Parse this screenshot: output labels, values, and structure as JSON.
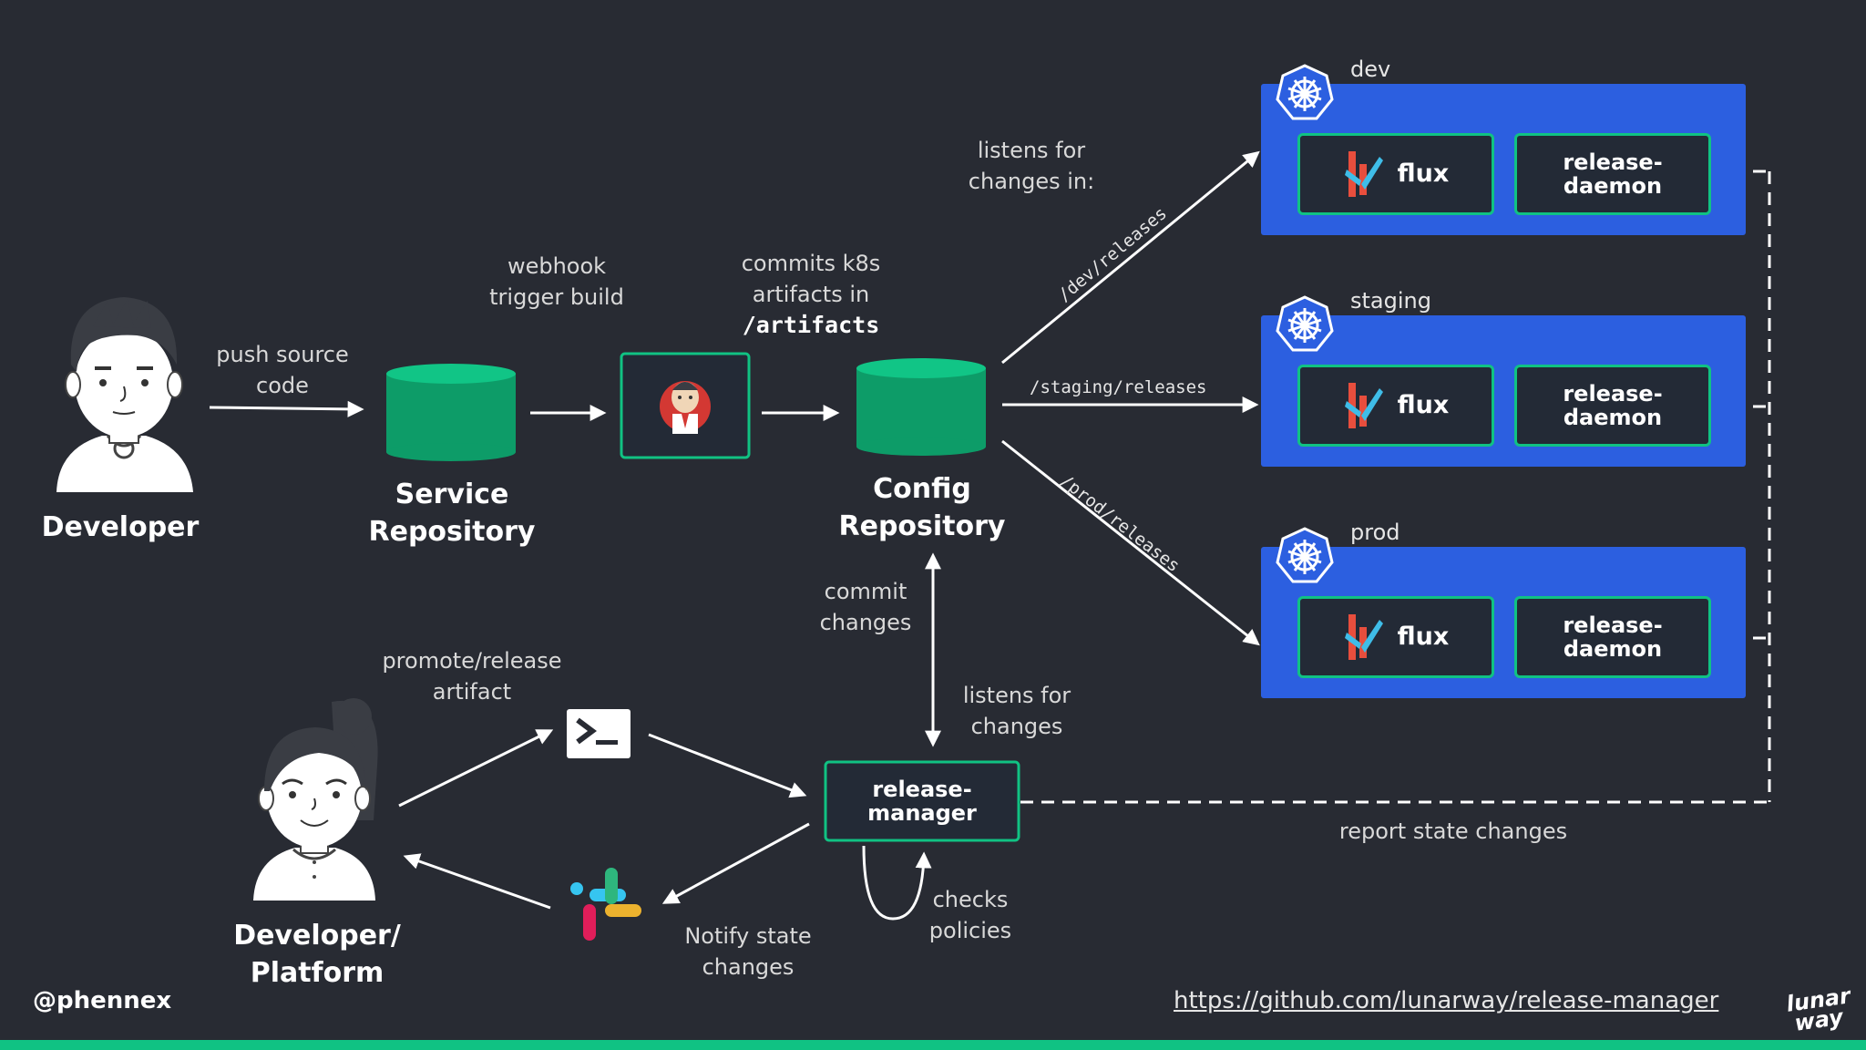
{
  "actors": {
    "developer": "Developer",
    "developer_platform_line1": "Developer/",
    "developer_platform_line2": "Platform"
  },
  "nodes": {
    "service_repo_line1": "Service",
    "service_repo_line2": "Repository",
    "config_repo_line1": "Config",
    "config_repo_line2": "Repository",
    "release_manager_line1": "release-",
    "release_manager_line2": "manager"
  },
  "edges": {
    "push_source_line1": "push source",
    "push_source_line2": "code",
    "webhook_line1": "webhook",
    "webhook_line2": "trigger build",
    "commits_line1": "commits k8s",
    "commits_line2": "artifacts in",
    "commits_line3": "/artifacts",
    "listens_for_in_line1": "listens for",
    "listens_for_in_line2": "changes in:",
    "path_dev": "/dev/releases",
    "path_staging": "/staging/releases",
    "path_prod": "/prod/releases",
    "commit_changes_line1": "commit",
    "commit_changes_line2": "changes",
    "listens_changes_line1": "listens for",
    "listens_changes_line2": "changes",
    "promote_line1": "promote/release",
    "promote_line2": "artifact",
    "notify_line1": "Notify state",
    "notify_line2": "changes",
    "checks_line1": "checks",
    "checks_line2": "policies",
    "report": "report state changes"
  },
  "environments": [
    {
      "name": "dev",
      "flux_label": "flux",
      "daemon_line1": "release-",
      "daemon_line2": "daemon"
    },
    {
      "name": "staging",
      "flux_label": "flux",
      "daemon_line1": "release-",
      "daemon_line2": "daemon"
    },
    {
      "name": "prod",
      "flux_label": "flux",
      "daemon_line1": "release-",
      "daemon_line2": "daemon"
    }
  ],
  "footer": {
    "handle": "@phennex",
    "url": "https://github.com/lunarway/release-manager",
    "logo_line1": "lunar",
    "logo_line2": "way"
  },
  "colors": {
    "background": "#282b33",
    "accent_green": "#10c283",
    "env_blue": "#2c5fe0",
    "component_bg": "#232a36"
  }
}
